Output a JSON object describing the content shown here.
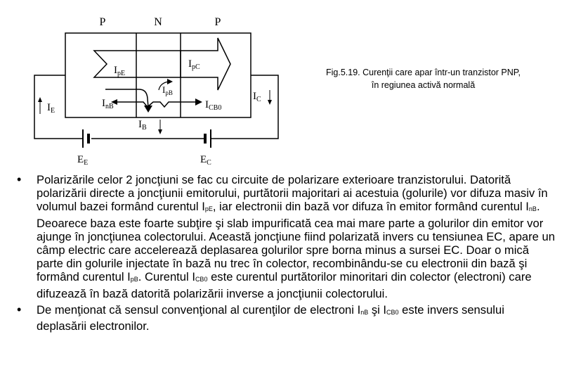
{
  "figure": {
    "regions": [
      "P",
      "N",
      "P"
    ],
    "labels": {
      "IpE": {
        "main": "I",
        "sub": "pE"
      },
      "IpC": {
        "main": "I",
        "sub": "pC"
      },
      "IpB": {
        "main": "I",
        "sub": "pB"
      },
      "InB": {
        "main": "I",
        "sub": "nB"
      },
      "ICB0": {
        "main": "I",
        "sub": "CB0"
      },
      "IE": {
        "main": "I",
        "sub": "E"
      },
      "IC": {
        "main": "I",
        "sub": "C"
      },
      "IB": {
        "main": "I",
        "sub": "B"
      },
      "EE": {
        "main": "E",
        "sub": "E"
      },
      "EC": {
        "main": "E",
        "sub": "C"
      }
    },
    "caption_line1": "Fig.5.19. Curenţii care apar într-un tranzistor PNP,",
    "caption_line2": "în regiunea activă normală"
  },
  "bullets": [
    {
      "seg1": "Polarizările celor 2 joncţiuni se fac cu circuite de polarizare exterioare tranzistorului. Datorită polarizării directe a joncţiunii emitorului, purtătorii majoritari ai acestuia (golurile) vor difuza masiv în volumul bazei formând curentul I",
      "sub1": "pE",
      "seg2": ", iar electronii din bază vor difuza în emitor formând curentul I",
      "sub2": "nB",
      "seg3": ". Deoarece baza este foarte subţire şi slab impurificată cea mai mare parte a golurilor din emitor vor ajunge în joncţiunea colectorului. Această joncţiune fiind polarizată invers cu tensiunea EC, apare un câmp electric care accelerează deplasarea golurilor spre borna minus a sursei EC. Doar o mică parte din golurile injectate în bază nu trec în colector, recombinându-se cu electronii din bază şi formând curentul I",
      "sub3": "pB",
      "seg4": ". Curentul I",
      "sub4": "CB0",
      "seg5": " este curentul purtătorilor minoritari din colector (electroni) care difuzează în bază datorită polarizării inverse a joncţiunii colectorului."
    },
    {
      "seg1": "De menţionat că sensul convenţional al curenţilor de electroni I",
      "sub1": "nB",
      "seg2": " şi I",
      "sub2": "CB0",
      "seg3": "  este invers sensului deplasării electronilor."
    }
  ]
}
